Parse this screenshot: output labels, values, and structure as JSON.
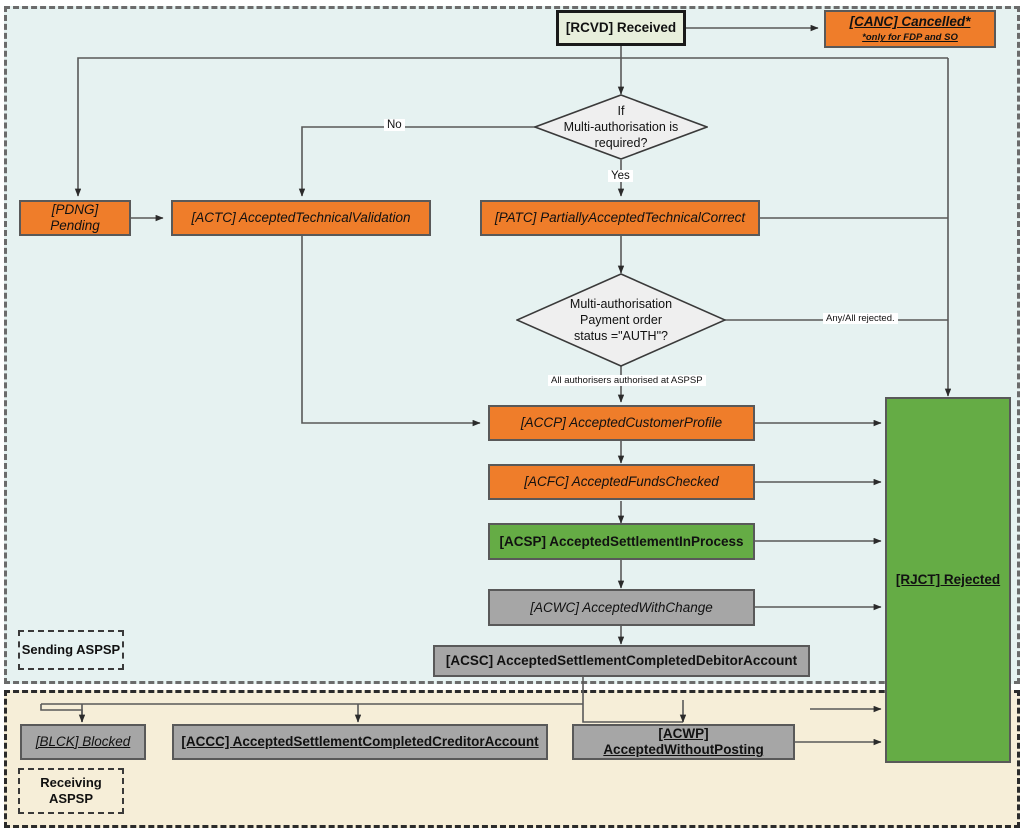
{
  "diagram": {
    "title": "Payment status flow",
    "regions": [
      {
        "id": "sending",
        "label": "Sending ASPSP",
        "bg": "#e6f2f1"
      },
      {
        "id": "receiving",
        "label": "Receiving\nASPSP",
        "label_line1": "Receiving",
        "label_line2": "ASPSP",
        "bg": "#f6eed8"
      }
    ],
    "colors": {
      "orange": "#ef7d2a",
      "green": "#65ac45",
      "grey": "#a6a6a6",
      "cream": "#e8efdc",
      "sending_bg": "#e6f2f1",
      "receiving_bg": "#f6eed8",
      "line": "#595959"
    },
    "nodes": [
      {
        "id": "rcvd",
        "code": "[RCVD]",
        "name": "Received",
        "label": "[RCVD] Received",
        "style": "cream",
        "text": "bold"
      },
      {
        "id": "canc",
        "code": "[CANC]",
        "name": "Cancelled*",
        "label": "[CANC] Cancelled*",
        "style": "orange",
        "text": "bold-italic-underline",
        "sub": "*only for FDP and SO"
      },
      {
        "id": "pdng",
        "code": "[PDNG]",
        "name": "Pending",
        "label": "[PDNG] Pending",
        "style": "orange",
        "text": "italic"
      },
      {
        "id": "actc",
        "code": "[ACTC]",
        "name": "AcceptedTechnicalValidation",
        "label": "[ACTC] AcceptedTechnicalValidation",
        "style": "orange",
        "text": "italic"
      },
      {
        "id": "patc",
        "code": "[PATC]",
        "name": "PartiallyAcceptedTechnicalCorrect",
        "label": "[PATC] PartiallyAcceptedTechnicalCorrect",
        "style": "orange",
        "text": "italic"
      },
      {
        "id": "accp",
        "code": "[ACCP]",
        "name": "AcceptedCustomerProfile",
        "label": "[ACCP] AcceptedCustomerProfile",
        "style": "orange",
        "text": "italic"
      },
      {
        "id": "acfc",
        "code": "[ACFC]",
        "name": "AcceptedFundsChecked",
        "label": "[ACFC] AcceptedFundsChecked",
        "style": "orange",
        "text": "italic"
      },
      {
        "id": "acsp",
        "code": "[ACSP]",
        "name": "AcceptedSettlementInProcess",
        "label": "[ACSP] AcceptedSettlementInProcess",
        "style": "green",
        "text": "bold"
      },
      {
        "id": "acwc",
        "code": "[ACWC]",
        "name": "AcceptedWithChange",
        "label": "[ACWC] AcceptedWithChange",
        "style": "grey",
        "text": "italic"
      },
      {
        "id": "acsc",
        "code": "[ACSC]",
        "name": "AcceptedSettlementCompletedDebitorAccount",
        "label": "[ACSC] AcceptedSettlementCompletedDebitorAccount",
        "style": "grey",
        "text": "bold"
      },
      {
        "id": "rjct",
        "code": "[RJCT]",
        "name": "Rejected",
        "label": "[RJCT] Rejected",
        "style": "green",
        "text": "bold-underline"
      },
      {
        "id": "blck",
        "code": "[BLCK]",
        "name": "Blocked",
        "label": "[BLCK] Blocked",
        "style": "grey",
        "text": "italic-underline"
      },
      {
        "id": "accc",
        "code": "[ACCC]",
        "name": "AcceptedSettlementCompletedCreditorAccount",
        "label": "[ACCC] AcceptedSettlementCompletedCreditorAccount",
        "style": "grey",
        "text": "bold-underline"
      },
      {
        "id": "acwp",
        "code": "[ACWP]",
        "name": "AcceptedWithoutPosting",
        "label": "[ACWP] AcceptedWithoutPosting",
        "style": "grey",
        "text": "bold-underline"
      }
    ],
    "decisions": [
      {
        "id": "d1",
        "line1": "If",
        "line2": "Multi-authorisation is",
        "line3": "required?",
        "text": "If Multi-authorisation is required?"
      },
      {
        "id": "d2",
        "line1": "Multi-authorisation",
        "line2": "Payment order",
        "line3": "status =\"AUTH\"?",
        "text": "Multi-authorisation Payment order status =\"AUTH\"?"
      }
    ],
    "edge_labels": [
      {
        "id": "no",
        "text": "No"
      },
      {
        "id": "yes",
        "text": "Yes"
      },
      {
        "id": "rejected",
        "text": "Any/All rejected."
      },
      {
        "id": "authorised",
        "text": "All authorisers authorised at ASPSP"
      }
    ]
  }
}
